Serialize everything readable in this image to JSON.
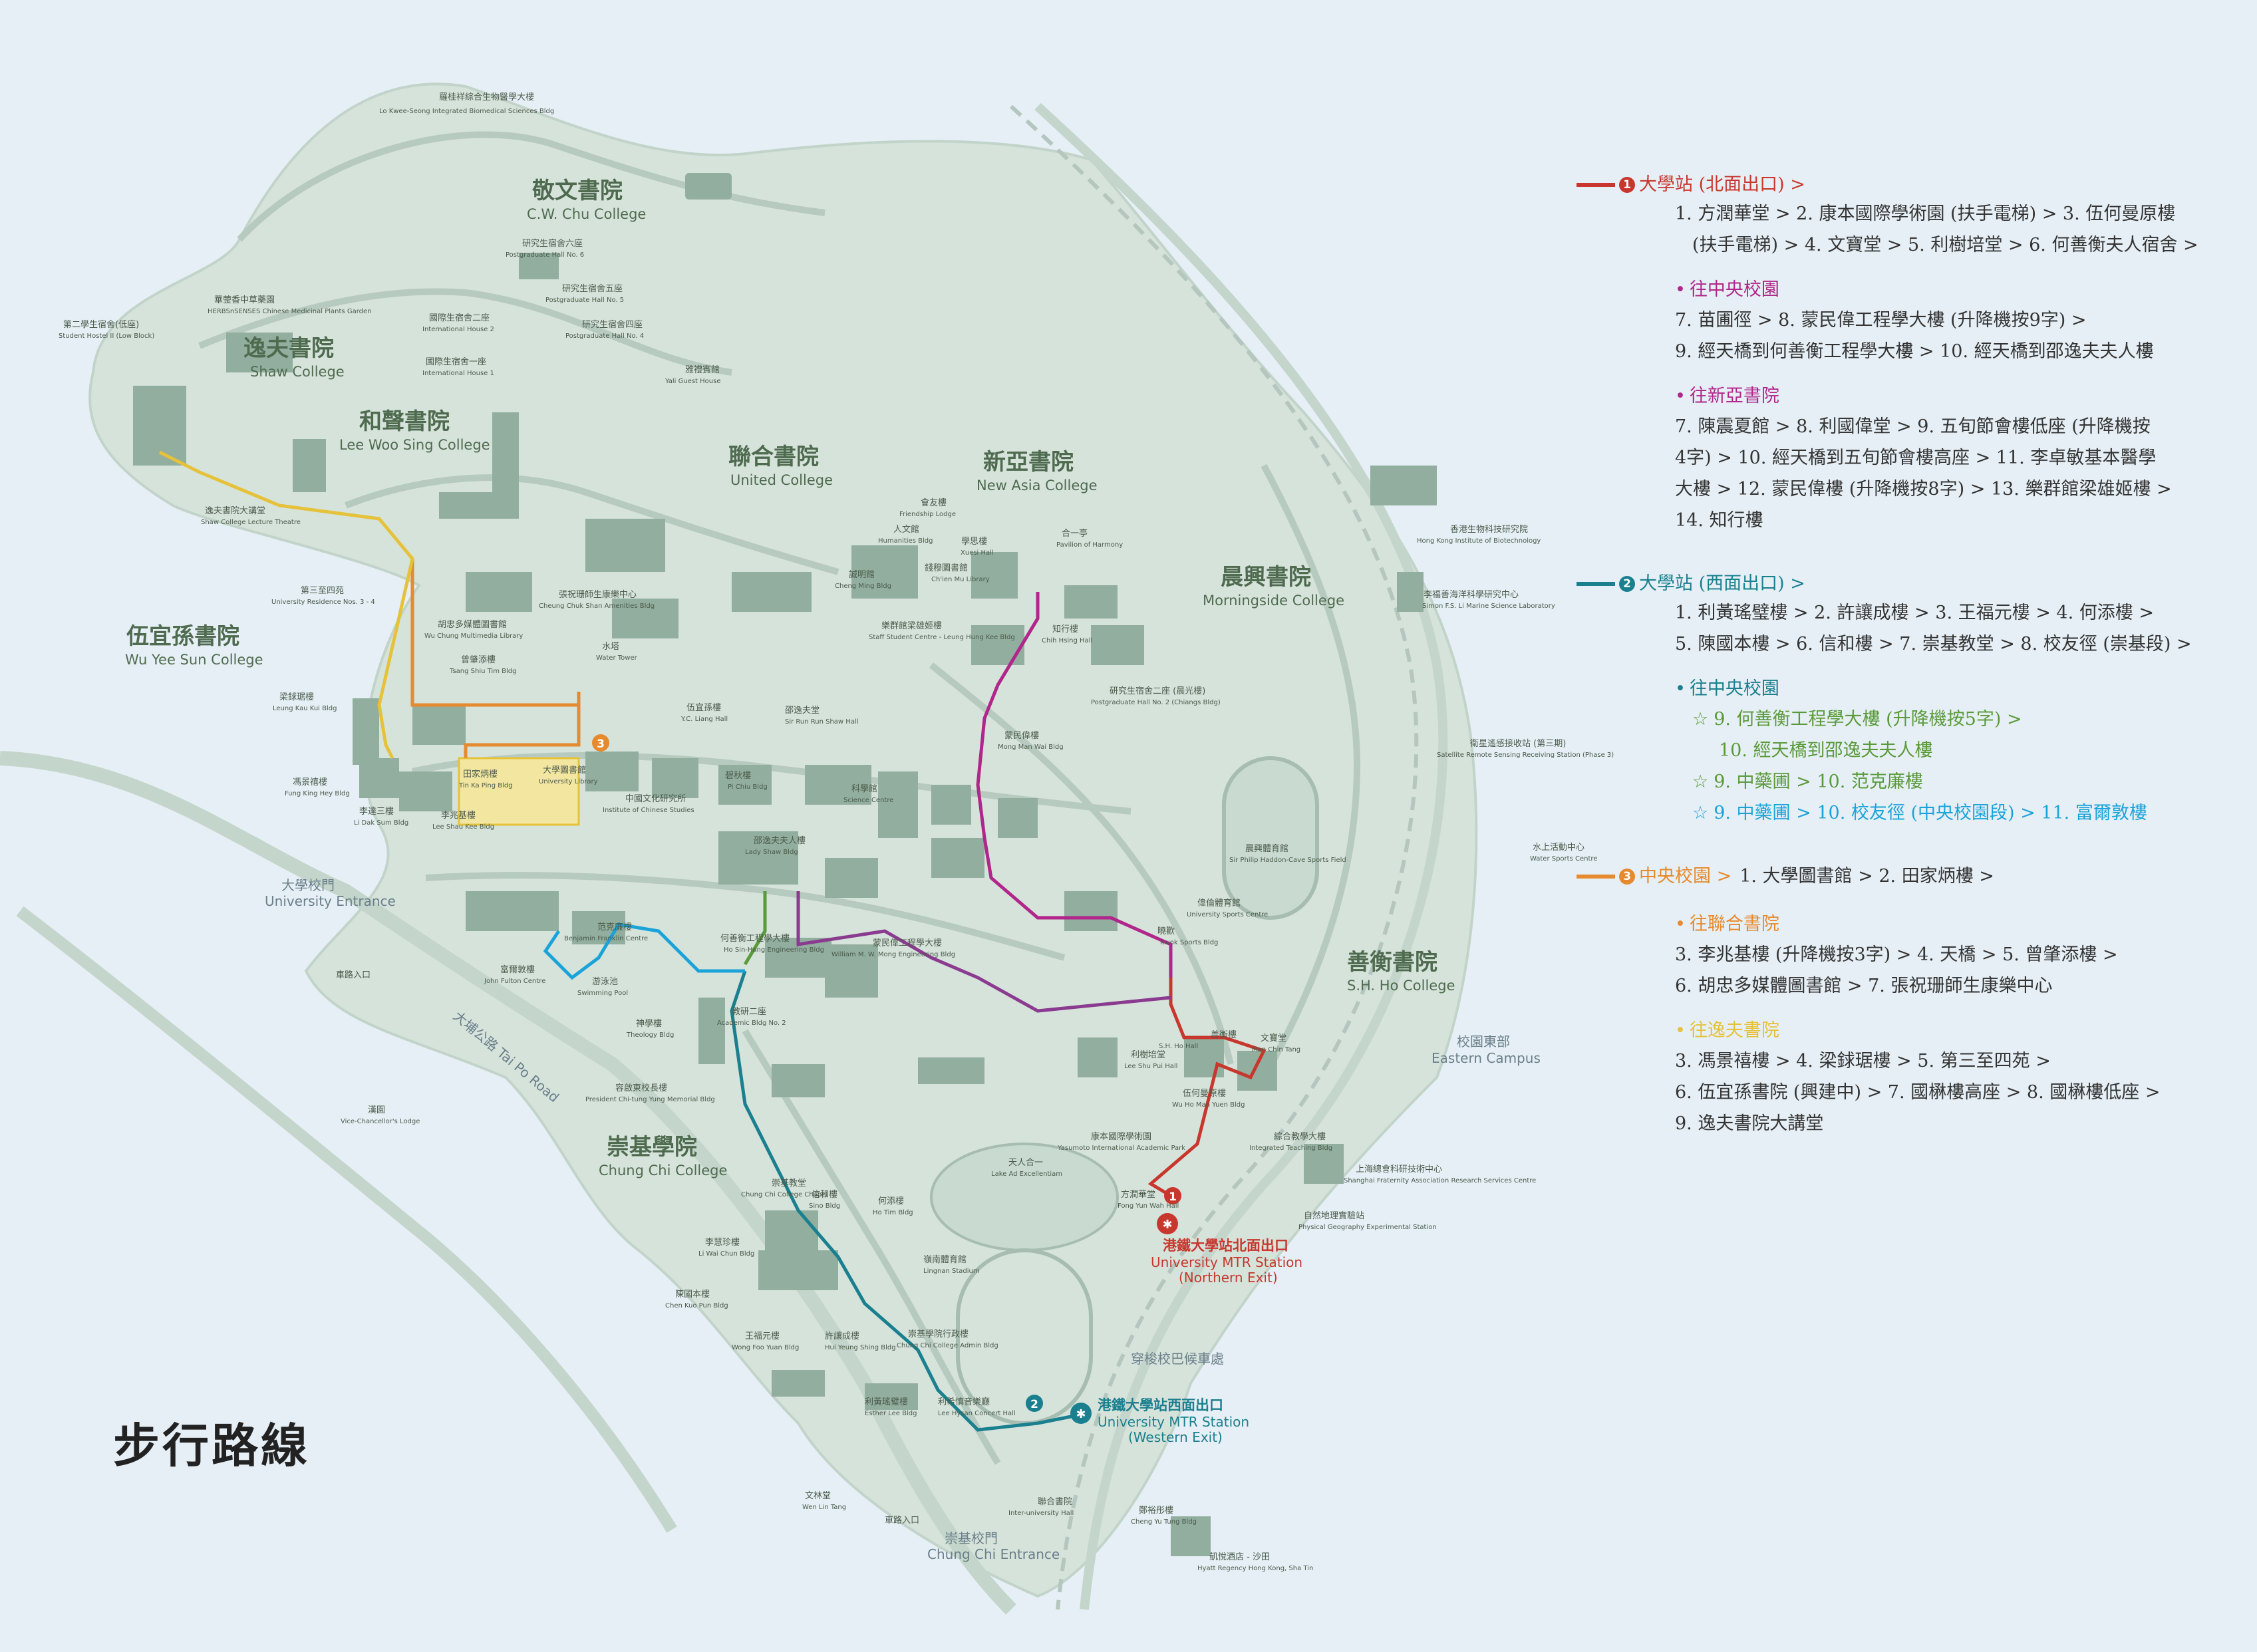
{
  "title": "步行路線",
  "colors": {
    "route1": "#c8372d",
    "route2": "#1a7f8e",
    "route3": "#e58a2e",
    "magenta": "#b0268a",
    "purple": "#8a3a8f",
    "orange": "#e58a2e",
    "yellow": "#e5c23a",
    "green": "#5a9a3a",
    "cyan": "#1aa3d9",
    "landmass": "#d7e3dc",
    "road": "#b9ccc2",
    "building": "#8da89a"
  },
  "legend": {
    "route1": {
      "number": "1",
      "title": "大學站 (北面出口) >",
      "steps": [
        "1. 方潤華堂 > 2. 康本國際學術園 (扶手電梯) > 3. 伍何曼原樓",
        "(扶手電梯) > 4. 文寶堂 > 5. 利樹培堂 > 6. 何善衡夫人宿舍 >"
      ],
      "branches": [
        {
          "name": "往中央校園",
          "steps": [
            "7. 苗圃徑 > 8. 蒙民偉工程學大樓 (升降機按9字) >",
            "9. 經天橋到何善衡工程學大樓 > 10. 經天橋到邵逸夫夫人樓"
          ]
        },
        {
          "name": "往新亞書院",
          "steps": [
            "7. 陳震夏館 > 8. 利國偉堂 > 9. 五旬節會樓低座 (升降機按",
            "4字) > 10. 經天橋到五旬節會樓高座 > 11. 李卓敏基本醫學",
            "大樓 > 12. 蒙民偉樓 (升降機按8字) > 13. 樂群館梁雄姬樓 >",
            "14. 知行樓"
          ]
        }
      ]
    },
    "route2": {
      "number": "2",
      "title": "大學站 (西面出口) >",
      "steps": [
        "1. 利黃瑤璧樓 > 2. 許讓成樓 > 3. 王福元樓 > 4. 何添樓 >",
        "5. 陳國本樓 > 6. 信和樓 > 7. 崇基教堂 > 8. 校友徑 (崇基段) >"
      ],
      "branch_name": "往中央校園",
      "alternatives": [
        {
          "text": "9. 何善衡工程學大樓 (升降機按5字) >",
          "text2": "10. 經天橋到邵逸夫夫人樓",
          "color": "#5a9a3a"
        },
        {
          "text": "9. 中藥圃 > 10. 范克廉樓",
          "color": "#5a9a3a"
        },
        {
          "text": "9. 中藥圃 > 10. 校友徑 (中央校園段) > 11. 富爾敦樓",
          "color": "#1aa3d9"
        }
      ]
    },
    "route3": {
      "number": "3",
      "title": "中央校園 >",
      "title_steps": "1. 大學圖書館 > 2. 田家炳樓 >",
      "branches": [
        {
          "name": "往聯合書院",
          "color": "#e58a2e",
          "steps": [
            "3. 李兆基樓 (升降機按3字) > 4. 天橋 > 5. 曾肇添樓 >",
            "6. 胡忠多媒體圖書館 > 7. 張祝珊師生康樂中心"
          ]
        },
        {
          "name": "往逸夫書院",
          "color": "#e5c23a",
          "steps": [
            "3. 馮景禧樓 > 4. 梁銶琚樓 > 5. 第三至四苑 >",
            "6. 伍宜孫書院 (興建中) > 7. 國楙樓高座 > 8. 國楙樓低座 >",
            "9. 逸夫書院大講堂"
          ]
        }
      ]
    }
  },
  "map": {
    "colleges": [
      {
        "zh": "敬文書院",
        "en": "C.W. Chu College"
      },
      {
        "zh": "逸夫書院",
        "en": "Shaw College"
      },
      {
        "zh": "和聲書院",
        "en": "Lee Woo Sing College"
      },
      {
        "zh": "聯合書院",
        "en": "United College"
      },
      {
        "zh": "新亞書院",
        "en": "New Asia College"
      },
      {
        "zh": "晨興書院",
        "en": "Morningside College"
      },
      {
        "zh": "伍宜孫書院",
        "en": "Wu Yee Sun College"
      },
      {
        "zh": "善衡書院",
        "en": "S.H. Ho College"
      },
      {
        "zh": "崇基學院",
        "en": "Chung Chi College"
      }
    ],
    "areas": [
      {
        "zh": "大學校門",
        "en": "University Entrance"
      },
      {
        "zh": "校園東部",
        "en": "Eastern Campus"
      },
      {
        "zh": "崇基校門",
        "en": "Chung Chi Entrance"
      },
      {
        "zh": "大埔公路 Tai Po Road"
      },
      {
        "zh": "穿梭校巴候車處"
      },
      {
        "zh": "車路入口"
      },
      {
        "zh": "車路入口 "
      }
    ],
    "stations": [
      {
        "zh": "港鐵大學站北面出口",
        "en1": "University MTR Station",
        "en2": "(Northern Exit)"
      },
      {
        "zh": "港鐵大學站西面出口",
        "en1": "University MTR Station",
        "en2": "(Western Exit)"
      }
    ],
    "buildings": [
      {
        "zh": "羅桂祥綜合生物醫學大樓",
        "en": "Lo Kwee-Seong Integrated Biomedical Sciences Bldg"
      },
      {
        "zh": "研究生宿舍六座",
        "en": "Postgraduate Hall No. 6"
      },
      {
        "zh": "研究生宿舍五座",
        "en": "Postgraduate Hall No. 5"
      },
      {
        "zh": "研究生宿舍四座",
        "en": "Postgraduate Hall No. 4"
      },
      {
        "zh": "國際生宿舍二座",
        "en": "International House 2"
      },
      {
        "zh": "國際生宿舍一座",
        "en": "International House 1"
      },
      {
        "zh": "華蓥香中草藥園",
        "en": "HERBSnSENSES Chinese Medicinal Plants Garden"
      },
      {
        "zh": "第二學生宿舍(低座)",
        "en": "Student Hostel II (Low Block)"
      },
      {
        "zh": "雅禮賓館",
        "en": "Yali Guest House"
      },
      {
        "zh": "逸夫書院大講堂",
        "en": "Shaw College Lecture Theatre"
      },
      {
        "zh": "第三至四苑",
        "en": "University Residence Nos. 3 - 4"
      },
      {
        "zh": "胡忠多媒體圖書館",
        "en": "Wu Chung Multimedia Library"
      },
      {
        "zh": "張祝珊師生康樂中心",
        "en": "Cheung Chuk Shan Amenities Bldg"
      },
      {
        "zh": "曾肇添樓",
        "en": "Tsang Shiu Tim Bldg"
      },
      {
        "zh": "水塔",
        "en": "Water Tower"
      },
      {
        "zh": "梁銶琚樓",
        "en": "Leung Kau Kui Bldg"
      },
      {
        "zh": "馮景禧樓",
        "en": "Fung King Hey Bldg"
      },
      {
        "zh": "李達三樓",
        "en": "Li Dak Sum Bldg"
      },
      {
        "zh": "李兆基樓",
        "en": "Lee Shau Kee Bldg"
      },
      {
        "zh": "田家炳樓",
        "en": "Tin Ka Ping Bldg"
      },
      {
        "zh": "大學圖書館",
        "en": "University Library"
      },
      {
        "zh": "中國文化研究所",
        "en": "Institute of Chinese Studies"
      },
      {
        "zh": "邵逸夫夫人樓",
        "en": "Lady Shaw Bldg"
      },
      {
        "zh": "何善衡工程學大樓",
        "en": "Ho Sin-Hang Engineering Bldg"
      },
      {
        "zh": "蒙民偉工程學大樓",
        "en": "William M. W. Mong Engineering Bldg"
      },
      {
        "zh": "范克廉樓",
        "en": "Benjamin Franklin Centre"
      },
      {
        "zh": "富爾敦樓",
        "en": "John Fulton Centre"
      },
      {
        "zh": "游泳池",
        "en": "Swimming Pool"
      },
      {
        "zh": "神學樓",
        "en": "Theology Bldg"
      },
      {
        "zh": "容啟東校長樓",
        "en": "President Chi-tung Yung Memorial Bldg"
      },
      {
        "zh": "漢園",
        "en": "Vice-Chancellor's Lodge"
      },
      {
        "zh": "崇基教堂",
        "en": "Chung Chi College Chapel"
      },
      {
        "zh": "信和樓",
        "en": "Sino Bldg"
      },
      {
        "zh": "何添樓",
        "en": "Ho Tim Bldg"
      },
      {
        "zh": "李慧珍樓",
        "en": "Li Wai Chun Bldg"
      },
      {
        "zh": "陳國本樓",
        "en": "Chen Kuo Pun Bldg"
      },
      {
        "zh": "王福元樓",
        "en": "Wong Foo Yuan Bldg"
      },
      {
        "zh": "許讓成樓",
        "en": "Hui Yeung Shing Bldg"
      },
      {
        "zh": "利黃瑤璧樓",
        "en": "Esther Lee Bldg"
      },
      {
        "zh": "利希慎音樂廳",
        "en": "Lee Hysan Concert Hall"
      },
      {
        "zh": "崇基學院行政樓",
        "en": "Chung Chi College Admin Bldg"
      },
      {
        "zh": "文林堂",
        "en": "Wen Lin Tang"
      },
      {
        "zh": "嶺南體育館",
        "en": "Lingnan Stadium"
      },
      {
        "zh": "伍何曼原樓",
        "en": "Wu Ho Man Yuen Bldg"
      },
      {
        "zh": "康本國際學術園",
        "en": "Yasumoto International Academic Park"
      },
      {
        "zh": "綜合教學大樓",
        "en": "Integrated Teaching Bldg"
      },
      {
        "zh": "方潤華堂",
        "en": "Fong Yun Wah Hall"
      },
      {
        "zh": "文寶堂",
        "en": "Man Chin Tang"
      },
      {
        "zh": "利樹培堂",
        "en": "Lee Shu Pui Hall"
      },
      {
        "zh": "蒙民偉樓",
        "en": "Mong Man Wai Bldg"
      },
      {
        "zh": "知行樓",
        "en": "Chih Hsing Hall"
      },
      {
        "zh": "學思樓",
        "en": "Xuesi Hall"
      },
      {
        "zh": "合一亭",
        "en": "Pavilion of Harmony"
      },
      {
        "zh": "誠明館",
        "en": "Cheng Ming Bldg"
      },
      {
        "zh": "人文館",
        "en": "Humanities Bldg"
      },
      {
        "zh": "會友樓",
        "en": "Friendship Lodge"
      },
      {
        "zh": "錢穆圖書館",
        "en": "Ch'ien Mu Library"
      },
      {
        "zh": "樂群館梁雄姬樓",
        "en": "Staff Student Centre - Leung Hung Kee Bldg"
      },
      {
        "zh": "研究生宿舍二座 (晨光樓)",
        "en": "Postgraduate Hall No. 2 (Chiangs Bldg)"
      },
      {
        "zh": "晨興體育館",
        "en": "Sir Philip Haddon-Cave Sports Field"
      },
      {
        "zh": "偉倫體育館",
        "en": "University Sports Centre"
      },
      {
        "zh": "善衡樓",
        "en": "S.H. Ho Hall"
      },
      {
        "zh": "曉歡",
        "en": "Kwok Sports Bldg"
      },
      {
        "zh": "天人合一",
        "en": "Lake Ad Excellentiam"
      },
      {
        "zh": "邵逸夫堂",
        "en": "Sir Run Run Shaw Hall"
      },
      {
        "zh": "碧秋樓",
        "en": "Pi Chiu Bldg"
      },
      {
        "zh": "科學館",
        "en": "Science Centre"
      },
      {
        "zh": "伍宜孫樓",
        "en": "Y.C. Liang Hall"
      },
      {
        "zh": "教研二座",
        "en": "Academic Bldg No. 2"
      },
      {
        "zh": "香港生物科技研究院",
        "en": "Hong Kong Institute of Biotechnology"
      },
      {
        "zh": "李福善海洋科學研究中心",
        "en": "Simon F.S. Li Marine Science Laboratory"
      },
      {
        "zh": "衛星遙感接收站 (第三期)",
        "en": "Satellite Remote Sensing Receiving Station (Phase 3)"
      },
      {
        "zh": "水上活動中心",
        "en": "Water Sports Centre"
      },
      {
        "zh": "上海總會科研技術中心",
        "en": "Shanghai Fraternity Association Research Services Centre"
      },
      {
        "zh": "自然地理實驗站",
        "en": "Physical Geography Experimental Station"
      },
      {
        "zh": "凱悅酒店 - 沙田",
        "en": "Hyatt Regency Hong Kong, Sha Tin"
      },
      {
        "zh": "鄭裕彤樓",
        "en": "Cheng Yu Tung Bldg"
      },
      {
        "zh": "聯合書院",
        "en": "Inter-university Hall"
      }
    ]
  }
}
